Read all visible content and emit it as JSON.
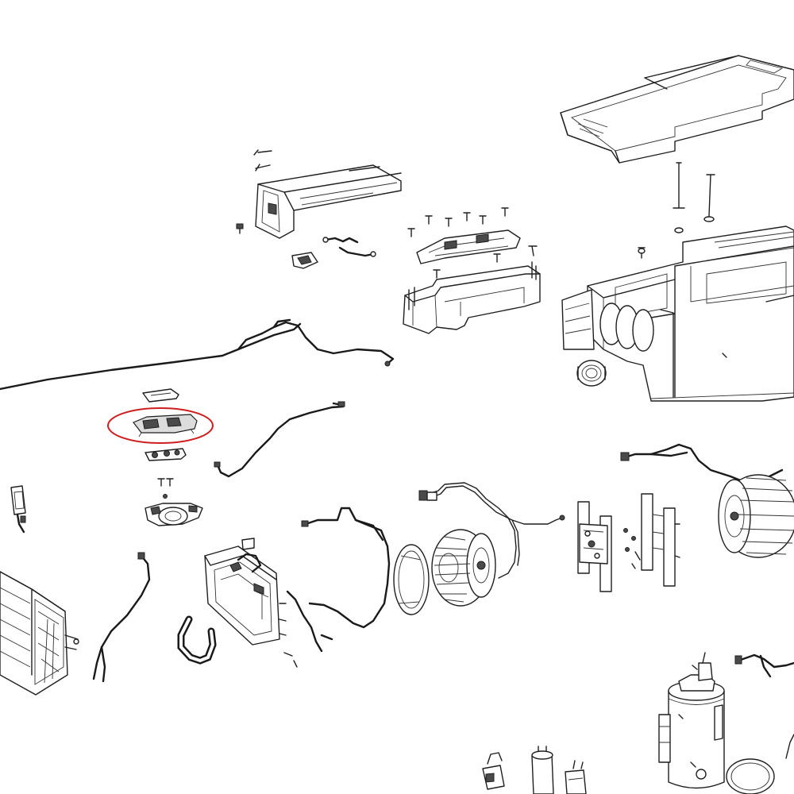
{
  "diagram": {
    "type": "exploded-parts-view",
    "highlight_color": "#cc1f1f",
    "highlighted_part": "display-board-bracket",
    "parts": [
      "top-cover-panel",
      "control-panel-housing",
      "screws",
      "display-bracket",
      "main-base-housing",
      "drain-plug",
      "power-cord",
      "display-board-cover",
      "display-board-bracket",
      "display-board-clip",
      "display-board-mount",
      "signal-wire",
      "sensor-probe",
      "electrical-box",
      "condensate-hose",
      "evaporator-coil",
      "fan-motor-wire",
      "fan-ring",
      "blower-wheel",
      "capillary-tube",
      "motor-bracket-left",
      "motor-bracket-right",
      "blower-fan-right",
      "compressor",
      "capacitor",
      "relay-parts"
    ]
  }
}
